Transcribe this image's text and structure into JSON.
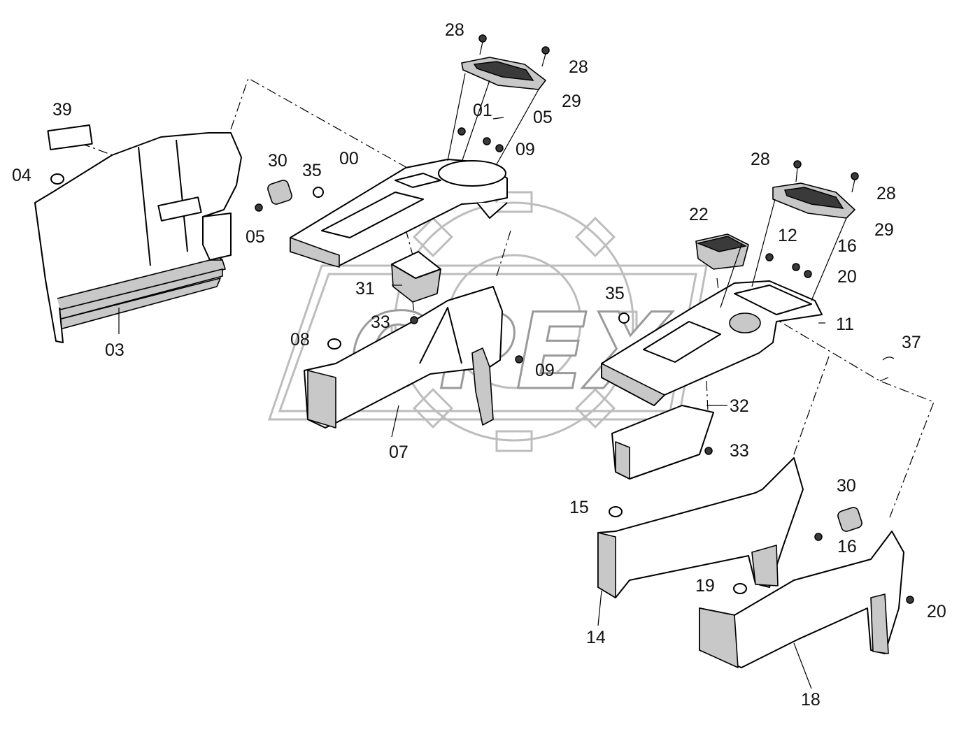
{
  "watermark": {
    "text": "OPEX"
  },
  "callouts": {
    "c00": "00",
    "c01": "01",
    "c03": "03",
    "c04": "04",
    "c05a": "05",
    "c05b": "05",
    "c07": "07",
    "c08": "08",
    "c09a": "09",
    "c09b": "09",
    "c11": "11",
    "c12": "12",
    "c14": "14",
    "c15": "15",
    "c16a": "16",
    "c16b": "16",
    "c18": "18",
    "c19": "19",
    "c20a": "20",
    "c20b": "20",
    "c22": "22",
    "c28a": "28",
    "c28b": "28",
    "c28c": "28",
    "c28d": "28",
    "c29a": "29",
    "c29b": "29",
    "c30a": "30",
    "c30b": "30",
    "c31": "31",
    "c32": "32",
    "c33a": "33",
    "c33b": "33",
    "c35a": "35",
    "c35b": "35",
    "c37": "37",
    "c39": "39"
  }
}
